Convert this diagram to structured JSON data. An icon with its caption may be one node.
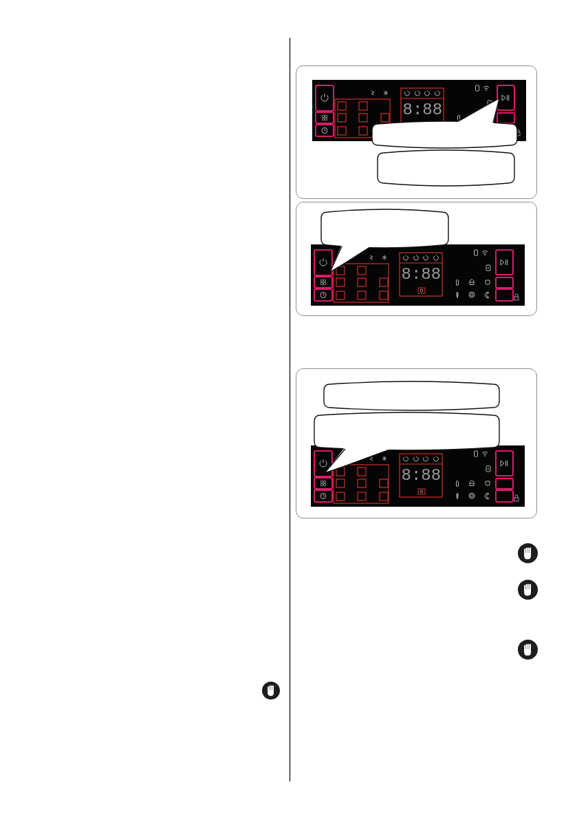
{
  "diagram": {
    "nodes": [
      {
        "text": [],
        "shape": "box"
      },
      {
        "text": [],
        "shape": "bubble",
        "in": 0
      },
      {
        "text": [],
        "shape": "bubble",
        "in": 0
      },
      {
        "text": [],
        "shape": "box"
      },
      {
        "text": [],
        "shape": "bubble",
        "in": 3
      },
      {
        "text": [],
        "shape": "box"
      },
      {
        "text": [],
        "shape": "bubble",
        "in": 5
      },
      {
        "text": [],
        "shape": "bubble",
        "in": 5
      }
    ],
    "labels": [
      "8:88",
      "8:88",
      "8:88"
    ]
  }
}
